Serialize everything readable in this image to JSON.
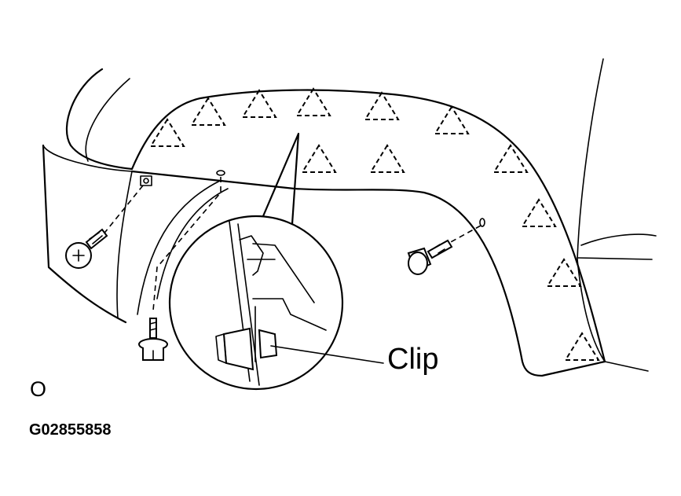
{
  "labels": {
    "clip": "Clip",
    "view": "O",
    "figure_id": "G02855858"
  },
  "icons": {
    "clip_marker": "dashed-triangle-icon",
    "screw": "screw-icon",
    "bolt": "flange-bolt-icon"
  }
}
